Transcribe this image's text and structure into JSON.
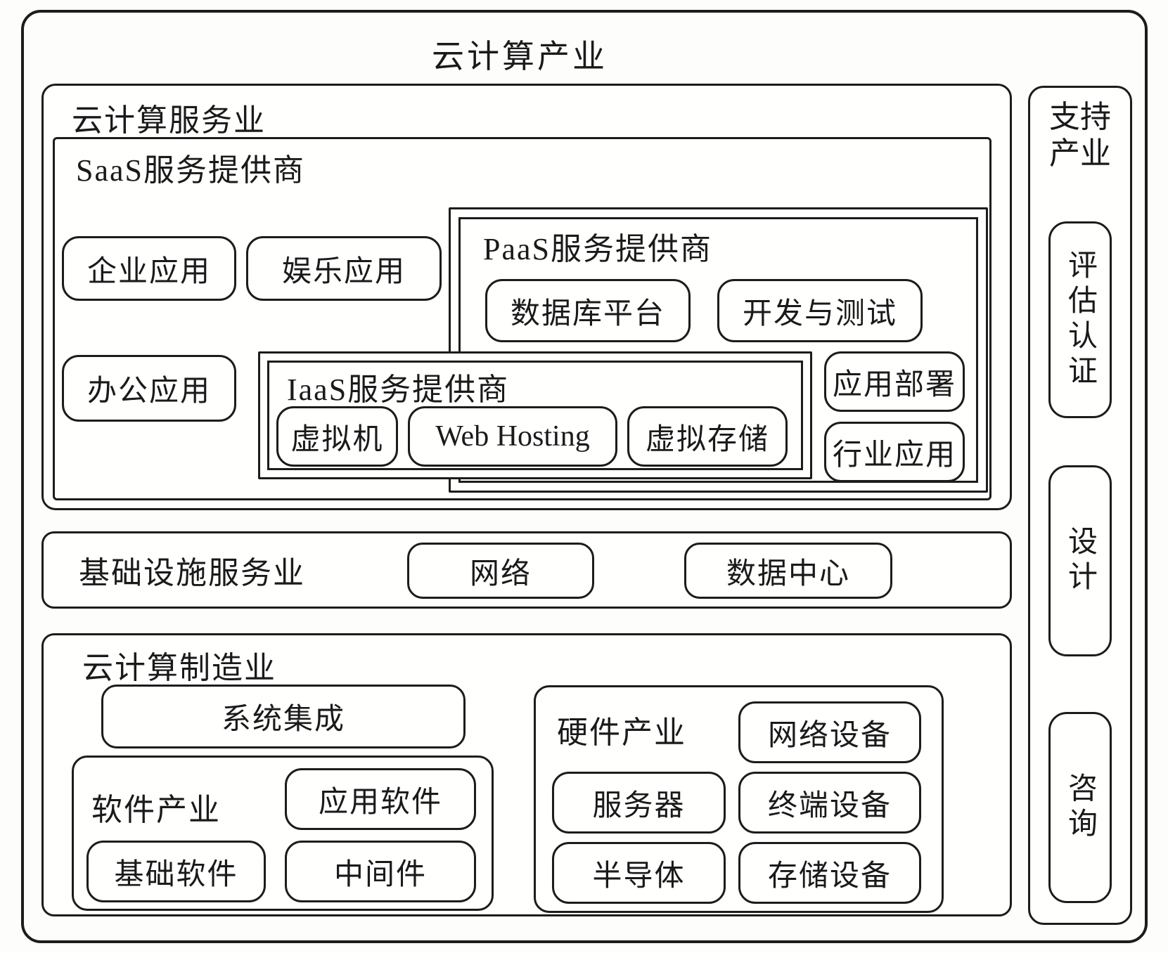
{
  "title": "云计算产业",
  "service_industry": {
    "label": "云计算服务业",
    "saas": {
      "label": "SaaS服务提供商",
      "pills": [
        "企业应用",
        "娱乐应用",
        "办公应用"
      ]
    },
    "paas": {
      "label": "PaaS服务提供商",
      "pills": [
        "数据库平台",
        "开发与测试",
        "应用部署",
        "行业应用"
      ]
    },
    "iaas": {
      "label": "IaaS服务提供商",
      "pills": [
        "虚拟机",
        "Web Hosting",
        "虚拟存储"
      ]
    }
  },
  "infrastructure_industry": {
    "label": "基础设施服务业",
    "pills": [
      "网络",
      "数据中心"
    ]
  },
  "manufacturing_industry": {
    "label": "云计算制造业",
    "system_integration": "系统集成",
    "software": {
      "label": "软件产业",
      "pills": [
        "应用软件",
        "基础软件",
        "中间件"
      ]
    },
    "hardware": {
      "label": "硬件产业",
      "pills": [
        "网络设备",
        "服务器",
        "终端设备",
        "半导体",
        "存储设备"
      ]
    }
  },
  "support_industry": {
    "label": "支持产业",
    "items": [
      "评估认证",
      "设计",
      "咨询"
    ]
  },
  "colors": {
    "line": "#1c1c1c",
    "background": "#fdfdfc"
  }
}
